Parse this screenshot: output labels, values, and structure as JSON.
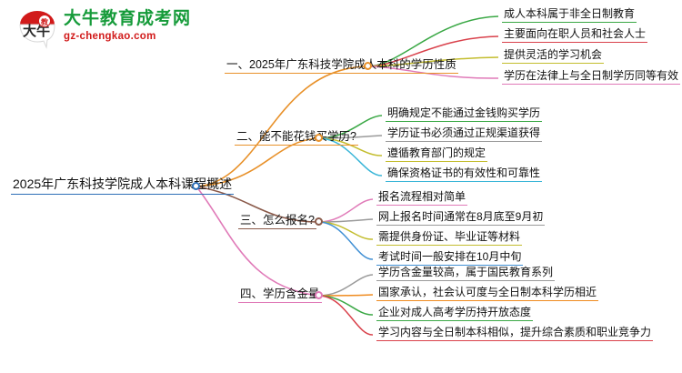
{
  "logo": {
    "mark_name": "da-niu-logo-mark",
    "brand_cn": "大牛教育成考网",
    "brand_url": "gz-chengkao.com",
    "colors": {
      "brand_green": "#169b3a",
      "brand_red": "#d11a1a"
    }
  },
  "mindmap": {
    "root": {
      "label": "2025年广东科技学院成人本科课程概述",
      "underline_color": "#2e6fb7",
      "node_color": "#2e6fb7"
    },
    "branches": [
      {
        "index": "1",
        "label": "一、2025年广东科技学院成人本科的学历性质",
        "underline_color": "#e8912a",
        "link_color": "#e8912a",
        "node_color": "#e8912a",
        "leaves": [
          {
            "label": "成人本科属于非全日制教育",
            "color": "#3aa845"
          },
          {
            "label": "主要面向在职人员和社会人士",
            "color": "#d9414b"
          },
          {
            "label": "提供灵活的学习机会",
            "color": "#c3bd2e"
          },
          {
            "label": "学历在法律上与全日制学历同等有效",
            "color": "#e07ab8"
          }
        ]
      },
      {
        "index": "2",
        "label": "二、能不能花钱买学历?",
        "underline_color": "#e8912a",
        "link_color": "#e8912a",
        "node_color": "#e8912a",
        "leaves": [
          {
            "label": "明确规定不能通过金钱购买学历",
            "color": "#3aa845"
          },
          {
            "label": "学历证书必须通过正规渠道获得",
            "color": "#9a9a9a"
          },
          {
            "label": "遵循教育部门的规定",
            "color": "#c3bd2e"
          },
          {
            "label": "确保资格证书的有效性和可靠性",
            "color": "#3ab6d8"
          }
        ]
      },
      {
        "index": "3",
        "label": "三、怎么报名?",
        "underline_color": "#8a5a4a",
        "link_color": "#8a5a4a",
        "node_color": "#8a5a4a",
        "leaves": [
          {
            "label": "报名流程相对简单",
            "color": "#e07ab8"
          },
          {
            "label": "网上报名时间通常在8月底至9月初",
            "color": "#9a9a9a"
          },
          {
            "label": "需提供身份证、毕业证等材料",
            "color": "#c3bd2e"
          },
          {
            "label": "考试时间一般安排在10月中旬",
            "color": "#3f8fd4"
          }
        ]
      },
      {
        "index": "4",
        "label": "四、学历含金量",
        "underline_color": "#e07ab8",
        "link_color": "#e07ab8",
        "node_color": "#e07ab8",
        "leaves": [
          {
            "label": "学历含金量较高，属于国民教育系列",
            "color": "#9a9a9a"
          },
          {
            "label": "国家承认，社会认可度与全日制本科学历相近",
            "color": "#ef8b1f"
          },
          {
            "label": "企业对成人高考学历持开放态度",
            "color": "#3aa845"
          },
          {
            "label": "学习内容与全日制本科相似，提升综合素质和职业竞争力",
            "color": "#d9414b"
          }
        ]
      }
    ]
  }
}
